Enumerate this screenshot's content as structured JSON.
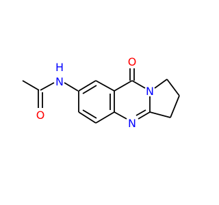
{
  "molecule": {
    "atoms": {
      "nh": "N",
      "h": "H",
      "acetyl_o": "O",
      "keto_o": "O",
      "ring_n_top": "N",
      "ring_n_bottom": "N"
    },
    "colors": {
      "bond": "#000000",
      "nitrogen": "#0000ff",
      "oxygen": "#ff0000"
    }
  }
}
